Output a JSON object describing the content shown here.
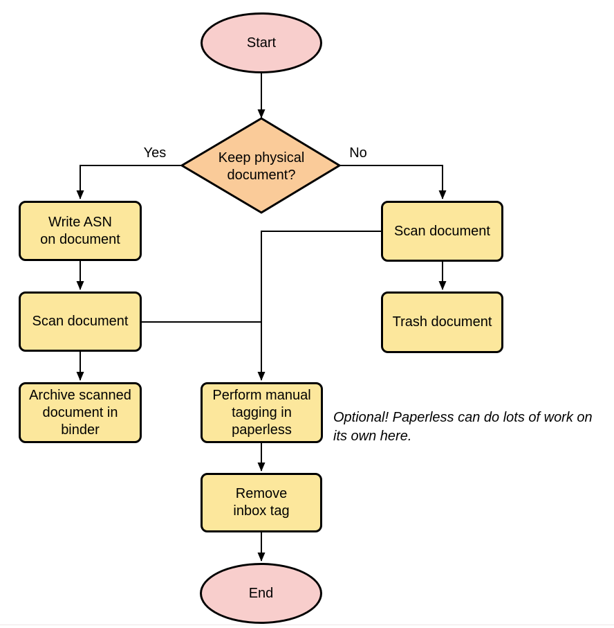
{
  "diagram": {
    "nodes": {
      "start": "Start",
      "decision": "Keep physical\ndocument?",
      "write_asn": "Write ASN\non document",
      "scan_left": "Scan document",
      "archive": "Archive scanned\ndocument in\nbinder",
      "scan_right": "Scan document",
      "trash": "Trash document",
      "tagging": "Perform manual\ntagging in\npaperless",
      "remove": "Remove\ninbox tag",
      "end": "End"
    },
    "edge_labels": {
      "yes": "Yes",
      "no": "No"
    },
    "note": "Optional! Paperless can do lots of work on\nits own here.",
    "colors": {
      "terminal_fill": "#F8CECC",
      "decision_fill": "#FACB99",
      "process_fill": "#FCE79C",
      "stroke_color": "#000000"
    }
  }
}
